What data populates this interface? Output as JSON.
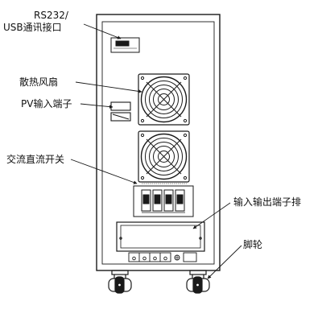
{
  "labels": {
    "rs232": "RS232/",
    "usb_port": "USB通讯接口",
    "fan": "散热风扇",
    "pv_terminal": "PV输入端子",
    "dc_switch": "交流直流开关",
    "io_terminal": "输入输出端子排",
    "caster": "脚轮"
  },
  "colors": {
    "line": "#1a1a1a",
    "fill": "#ffffff"
  }
}
